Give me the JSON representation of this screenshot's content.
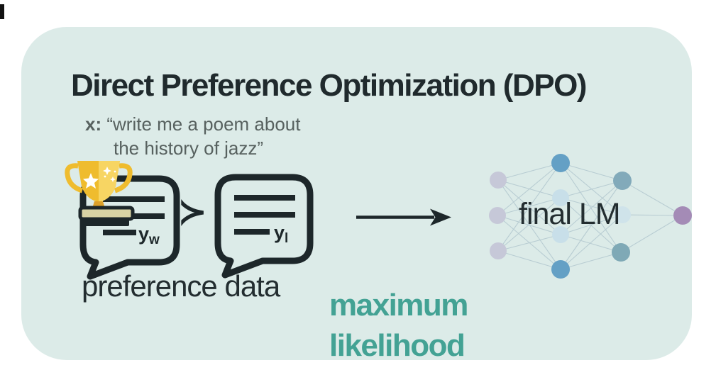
{
  "panel": {
    "title": "Direct Preference Optimization (DPO)",
    "title_color": "#202a2d",
    "bg": "#dcebe8"
  },
  "prompt": {
    "prefix": "x:",
    "line1": " “write me a poem about",
    "line2": "the history of jazz”",
    "color": "#57615f"
  },
  "preference": {
    "caption": "preference data",
    "comparator": "≻",
    "winner": {
      "base": "y",
      "sub": "w"
    },
    "loser": {
      "base": "y",
      "sub": "l"
    },
    "ink": "#1d272a",
    "bubble_fill": "#dcebe8"
  },
  "icons": {
    "trophy": "trophy-icon",
    "winner_bubble": "speech-bubble-icon",
    "loser_bubble": "speech-bubble-icon",
    "arrow": "right-arrow-icon"
  },
  "trophy_colors": {
    "gold": "#efbc2e",
    "gold_light": "#f7d563",
    "gold_dark": "#dca02a",
    "base_tan": "#d9d3a4",
    "outline": "#1d272a",
    "star": "#ffffff"
  },
  "training": {
    "line1": "maximum",
    "line2": "likelihood",
    "color": "#43a294"
  },
  "arrow": {
    "color": "#1d272a"
  },
  "network": {
    "label": "final LM",
    "label_color": "#232d30",
    "edge_color": "#a5bdc7",
    "colors": {
      "input": "#c6c8d8",
      "hidden_strong": "#64a0c5",
      "hidden_pale": "#c8dfe9",
      "hidden_mid": "#82aaba",
      "hidden_mid2": "#7fa9b6",
      "hidden_pale2": "#cfe3ea",
      "output": "#a48bb6"
    }
  }
}
